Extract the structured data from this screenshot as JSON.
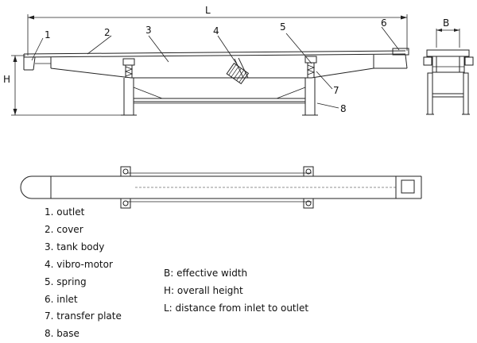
{
  "dims": {
    "length": "L",
    "height": "H",
    "width": "B"
  },
  "callouts": [
    "1",
    "2",
    "3",
    "4",
    "5",
    "6",
    "7",
    "8"
  ],
  "parts": [
    "1. outlet",
    "2. cover",
    "3. tank body",
    "4. vibro-motor",
    "5. spring",
    "6. inlet",
    "7. transfer plate",
    "8. base"
  ],
  "definitions": [
    "B: effective width",
    "H: overall height",
    "L: distance from inlet to outlet"
  ]
}
